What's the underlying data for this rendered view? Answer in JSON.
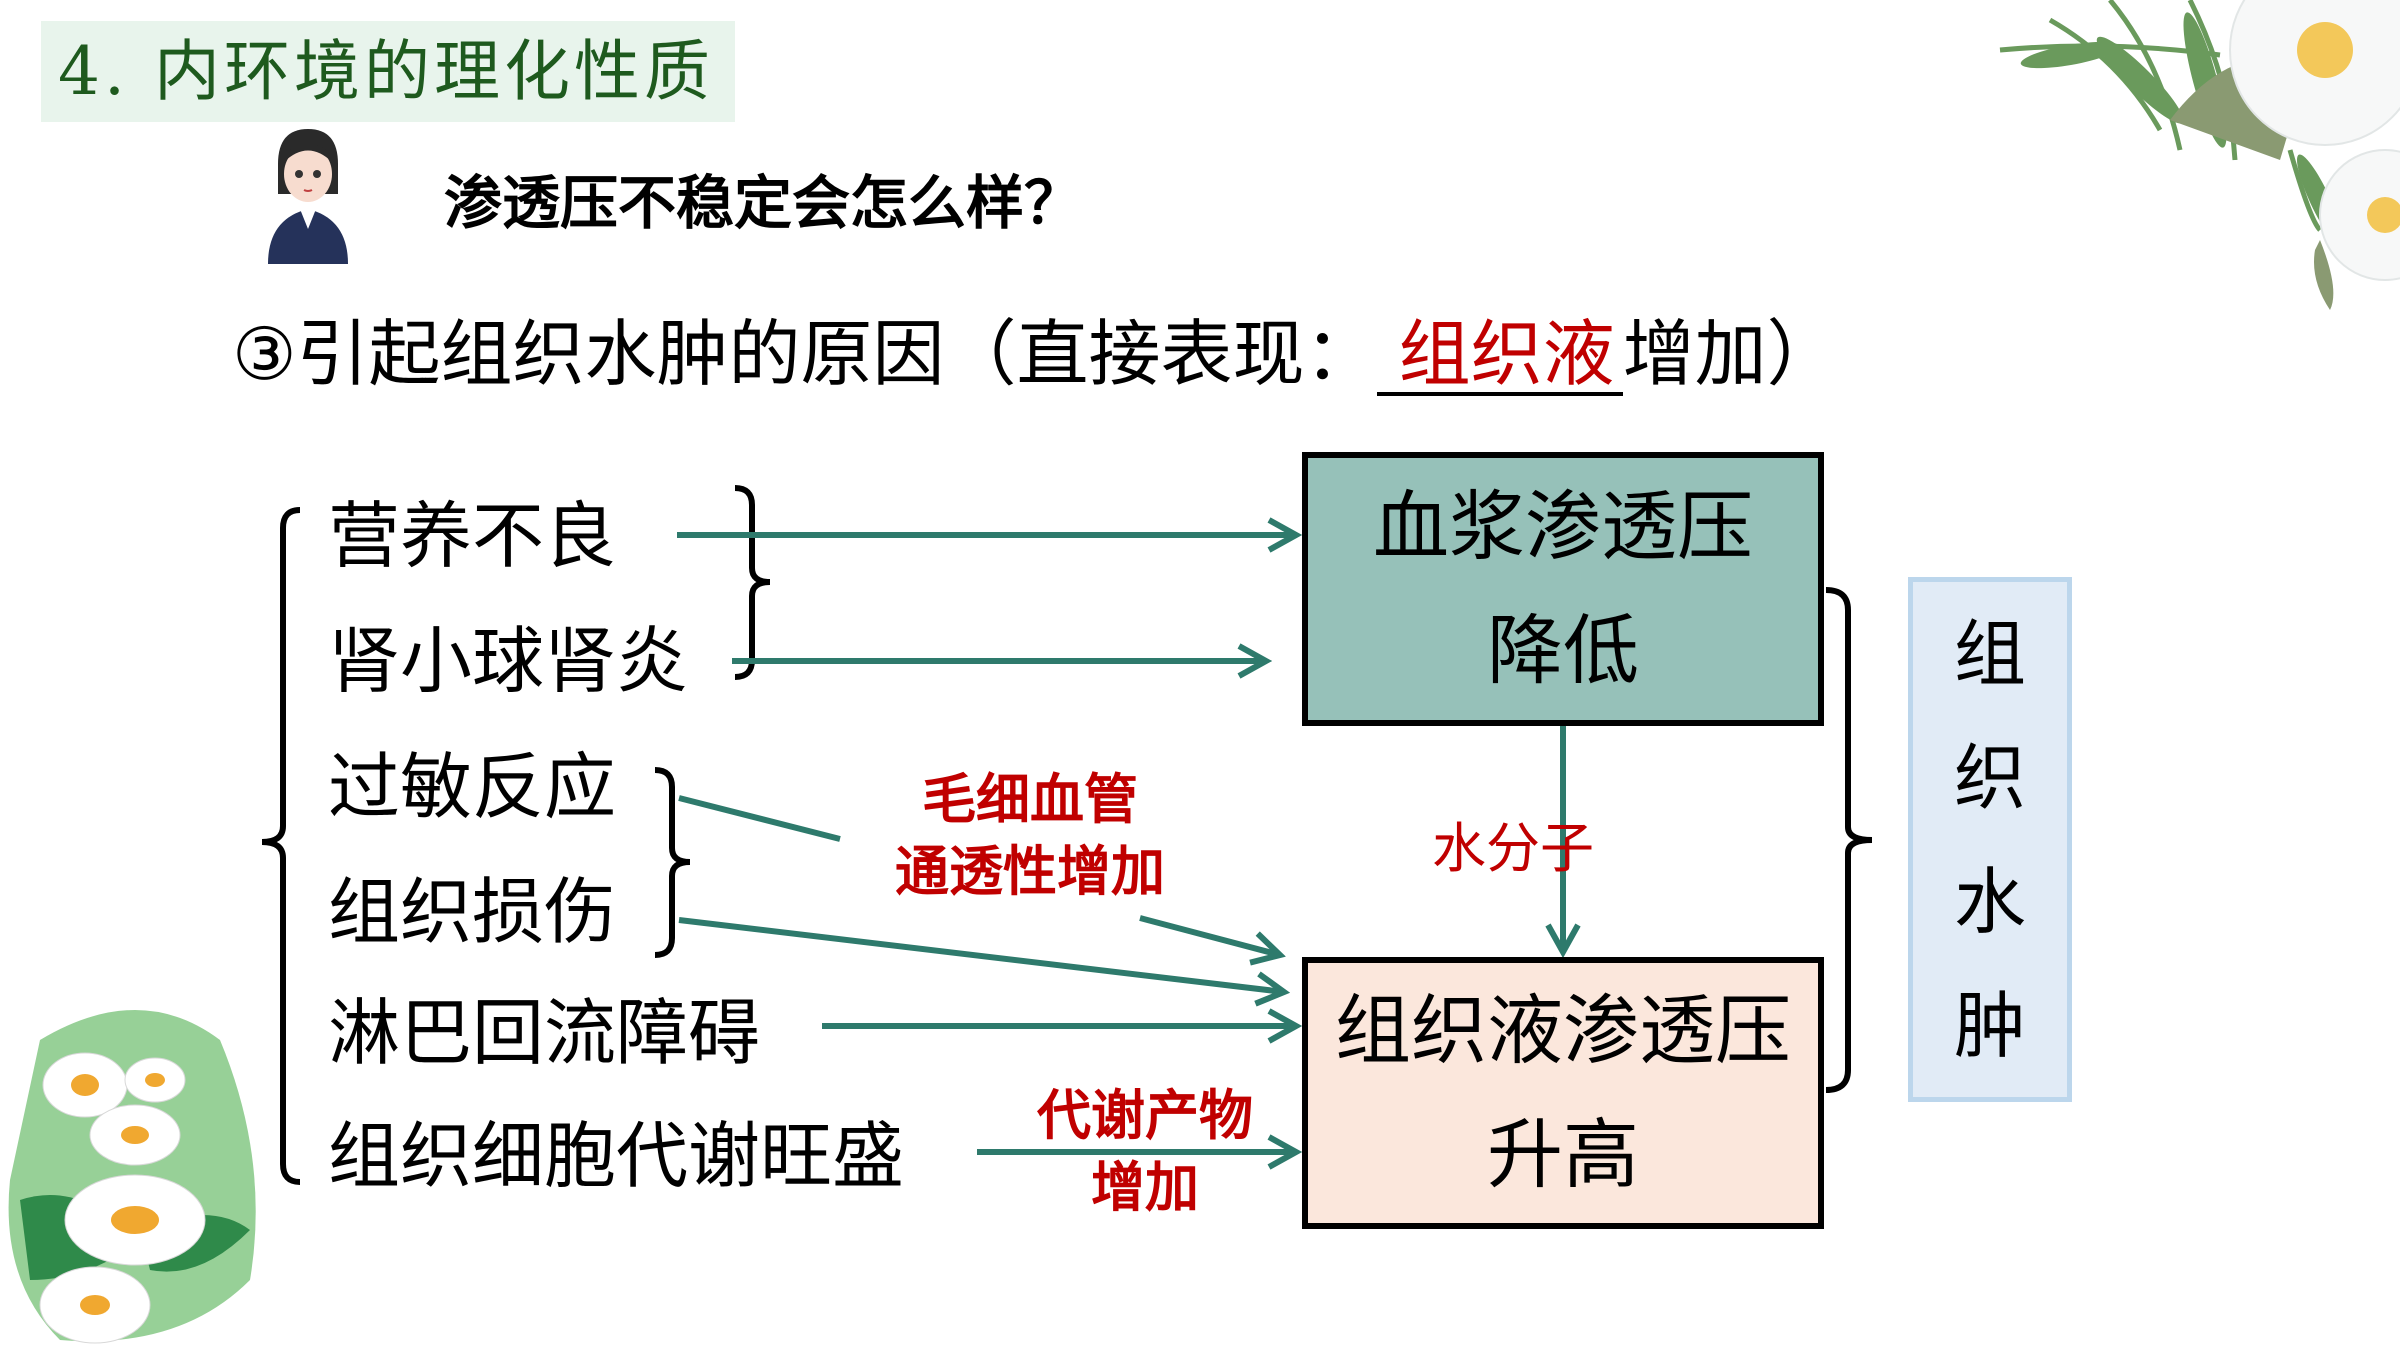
{
  "slide": {
    "section_title": "4. 内环境的理化性质",
    "question": "渗透压不稳定会怎么样？",
    "subtitle": {
      "prefix": "③引起组织水肿的原因（直接表现：",
      "answer": "组织液",
      "suffix": "增加）"
    },
    "causes": [
      {
        "label": "营养不良"
      },
      {
        "label": "肾小球肾炎"
      },
      {
        "label": "过敏反应"
      },
      {
        "label": "组织损伤"
      },
      {
        "label": "淋巴回流障碍"
      },
      {
        "label": "组织细胞代谢旺盛"
      }
    ],
    "intermediate_labels": {
      "capillary_line1": "毛细血管",
      "capillary_line2": "通透性增加",
      "metabolite_line1": "代谢产物",
      "metabolite_line2": "增加",
      "water": "水分子"
    },
    "boxes": {
      "plasma_line1": "血浆渗透压",
      "plasma_line2": "降低",
      "tissue_line1": "组织液渗透压",
      "tissue_line2": "升高"
    },
    "result": [
      "组",
      "织",
      "水",
      "肿"
    ],
    "decorations": [
      "avatar-illustration",
      "fern-daisy-corner",
      "daisy-bouquet"
    ],
    "colors": {
      "arrow": "#2e7a6c",
      "accent_red": "#c00000",
      "plasma_box": "#96c1b9",
      "tissue_box": "#fbe7dc",
      "result_box": "#e1ebf6",
      "title_banner": "#e8f4ec",
      "title_text": "#1e5a1e"
    }
  }
}
